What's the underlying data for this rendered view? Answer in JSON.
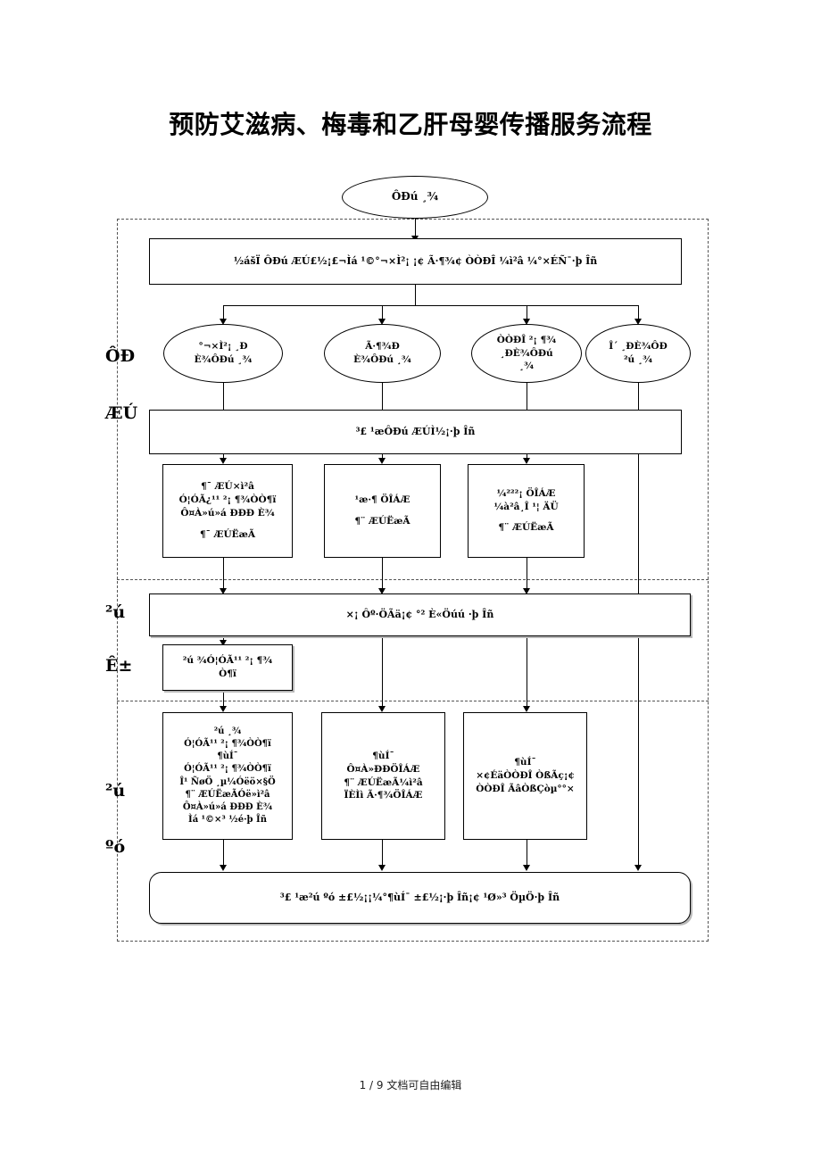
{
  "document": {
    "title": "预防艾滋病、梅毒和乙肝母婴传播服务流程",
    "footer": "1 / 9 文档可自由编辑"
  },
  "stage_labels": [
    {
      "id": "yun",
      "text": "ÔÐ"
    },
    {
      "id": "qi",
      "text": "ÆÚ"
    },
    {
      "id": "chan1",
      "text": "²ú"
    },
    {
      "id": "shi",
      "text": "Ê±"
    },
    {
      "id": "chan2",
      "text": "²ú"
    },
    {
      "id": "hou",
      "text": "ºó"
    }
  ],
  "flow": {
    "start": {
      "name": "start-node",
      "text": "ÔÐú ¸¾"
    },
    "intake": {
      "name": "intake-box",
      "text": "½ášÏ ÔÐú ÆÚ£½¡£¬Ìá ¹©°¬×Ì²¡ ¡¢ Ã·¶¾¢ ÒÒÐÎ ¼ì²â ¼°×ÉÑ¯·þ Îñ"
    },
    "branch_ovals": [
      {
        "name": "oval-hiv",
        "lines": [
          "°¬×Ì²¡ ¸Ð",
          "È¾ÔÐú ¸¾"
        ]
      },
      {
        "name": "oval-syphilis",
        "lines": [
          "Ã·¶¾Ð",
          "È¾ÔÐú ¸¾"
        ]
      },
      {
        "name": "oval-hbv",
        "lines": [
          "ÒÒÐÎ ²¡ ¶¾",
          "¸ÐÈ¾ÔÐú",
          "¸¾"
        ]
      },
      {
        "name": "oval-negative",
        "lines": [
          "Î´ ¸ÐÈ¾ÔÐ",
          "²ú ¸¾"
        ]
      }
    ],
    "antenatal_care": {
      "name": "antenatal-care-box",
      "text": "³£ ¹æÔÐú ÆÚÌ½¡·þ Îñ"
    },
    "interventions": [
      {
        "name": "intervention-hiv-box",
        "lines": [
          "¶¯ ÆÚ×ì²â",
          "Ó¦ÓÃ¿¹¹ ²¡ ¶¾ÒÒ¶ï",
          "Ô¤À»ú»á ÐÐÐ È¾",
          "",
          "¶¯ ÆÚËæÃ"
        ]
      },
      {
        "name": "intervention-syphilis-box",
        "lines": [
          "¹æ·¶ ÖÎÁÆ",
          "",
          "¶¨ ÆÚËæÃ"
        ]
      },
      {
        "name": "intervention-hbv-box",
        "lines": [
          "¼²²²¡ ÖÎÁÆ",
          "¼à²â¸Î ¹¦ ÄÜ",
          "",
          "¶¨ ÆÚËæÃ"
        ]
      }
    ],
    "delivery_service": {
      "name": "delivery-service-box",
      "text": "×¡ Ôº·ÖÃä¡¢ °² È«Öúú ·þ Îñ"
    },
    "delivery_record": {
      "name": "delivery-record-box",
      "lines": [
        "²ú ¾Ó¦ÓÃ¹¹ ²¡ ¶¾",
        "Ò¶ï"
      ]
    },
    "postnatal": [
      {
        "name": "postnatal-hiv-box",
        "lines": [
          "²ú ¸¾",
          "Ó¦ÓÃ¹¹ ²¡ ¶¾ÒÒ¶ï",
          "¶ùÍ¯",
          "Ó¦ÓÃ¹¹ ²¡ ¶¾ÒÒ¶ï",
          "Î¹ ÑøÖ ¸µ¼Óëö×§Ö",
          "¶¨ ÆÚËæÃÓë»ì²â",
          "Ô¤À»ú»á ÐÐÐ È¾",
          "Ìá ¹©×³ ½é·þ Îñ"
        ]
      },
      {
        "name": "postnatal-syphilis-box",
        "lines": [
          "¶ùÍ¯",
          "Ô¤À»ÐÐÖÎÁÆ",
          "¶¨ ÆÚËæÃ¼ì²â",
          "ÏÈÌì Ã·¶¾ÖÎÁÆ"
        ]
      },
      {
        "name": "postnatal-hbv-box",
        "lines": [
          "¶ùÍ¯",
          "×¢ÉäÒÒÐÎ ÒßÃç¡¢",
          "ÒÒÐÎ ÃâÒßÇòµ°°×"
        ]
      }
    ],
    "followup": {
      "name": "followup-box",
      "text": "³£ ¹æ²ú ºó ±£½¡¡¼°¶ùÍ¯ ±£½¡·þ Îñ¡¢ ¹Ø»³ ÖµÖ·þ Îñ"
    }
  }
}
